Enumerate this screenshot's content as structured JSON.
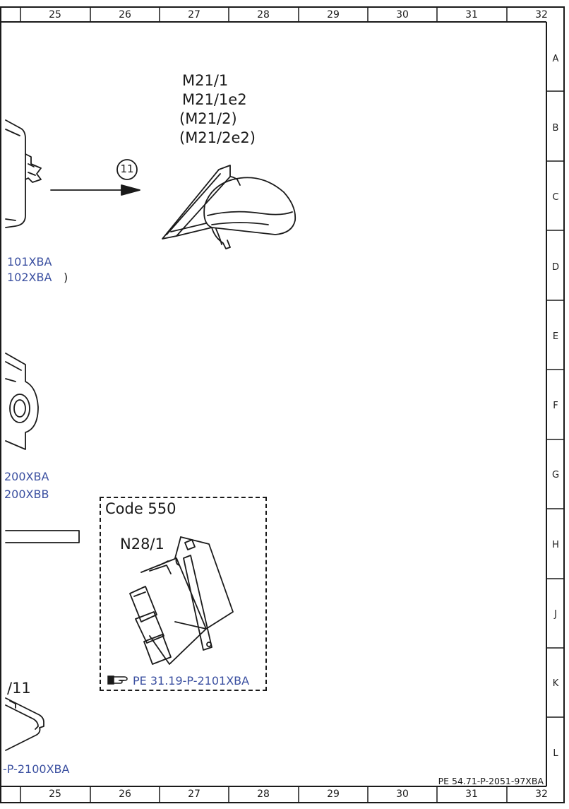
{
  "top_ruler": [
    "25",
    "26",
    "27",
    "28",
    "29",
    "30",
    "31",
    "32"
  ],
  "bottom_ruler": [
    "25",
    "26",
    "27",
    "28",
    "29",
    "30",
    "31",
    "32"
  ],
  "row_letters": [
    "A",
    "B",
    "C",
    "D",
    "E",
    "F",
    "G",
    "H",
    "J",
    "K",
    "L"
  ],
  "mirror_labels": [
    "M21/1",
    "M21/1e2",
    "(M21/2)",
    "(M21/2e2)"
  ],
  "callout_number": "11",
  "left_refs": {
    "ref1": "101XBA",
    "ref2": "102XBA",
    "ref2_suffix": ")",
    "ref3": "200XBA",
    "ref4": "200XBB",
    "partial_label": "/11",
    "ref5": "-P-2100XBA"
  },
  "code_box": {
    "title": "Code 550",
    "component": "N28/1",
    "reference": "PE 31.19-P-2101XBA"
  },
  "footer_id": "PE 54.71-P-2051-97XBA",
  "colors": {
    "reference_blue": "#3a4fa0",
    "line": "#1a1a1a"
  }
}
